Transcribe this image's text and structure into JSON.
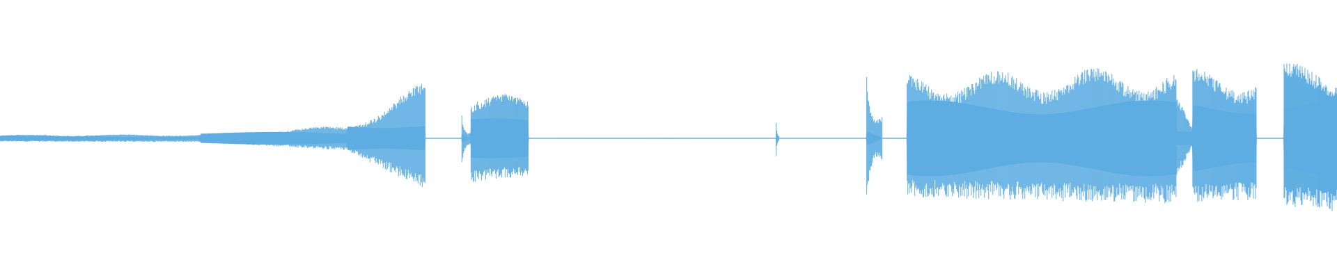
{
  "waveform": {
    "color": "#5dade2",
    "background": "#ffffff",
    "sample_count": 1920,
    "segments": [
      {
        "from": 0.0,
        "to": 0.15,
        "env_start": 0.04,
        "env_end": 0.045,
        "body": 0.02,
        "kind": "tone"
      },
      {
        "from": 0.15,
        "to": 0.26,
        "env_start": 0.045,
        "env_end": 0.15,
        "body": 0.07,
        "kind": "tone"
      },
      {
        "from": 0.26,
        "to": 0.318,
        "env_start": 0.15,
        "env_end": 0.64,
        "body": 0.18,
        "kind": "tone"
      },
      {
        "from": 0.318,
        "to": 0.345,
        "env_start": 0.005,
        "env_end": 0.005,
        "body": 0.002,
        "kind": "silence"
      },
      {
        "from": 0.345,
        "to": 0.352,
        "env_start": 0.52,
        "env_end": 0.08,
        "body": 0.05,
        "kind": "transient"
      },
      {
        "from": 0.352,
        "to": 0.395,
        "env_start": 0.56,
        "env_end": 0.45,
        "body": 0.22,
        "kind": "tone"
      },
      {
        "from": 0.395,
        "to": 0.58,
        "env_start": 0.005,
        "env_end": 0.005,
        "body": 0.001,
        "kind": "silence"
      },
      {
        "from": 0.58,
        "to": 0.583,
        "env_start": 0.42,
        "env_end": 0.02,
        "body": 0.02,
        "kind": "transient"
      },
      {
        "from": 0.583,
        "to": 0.648,
        "env_start": 0.005,
        "env_end": 0.005,
        "body": 0.001,
        "kind": "silence"
      },
      {
        "from": 0.648,
        "to": 0.66,
        "env_start": 1.0,
        "env_end": 0.25,
        "body": 0.1,
        "kind": "transient"
      },
      {
        "from": 0.66,
        "to": 0.678,
        "env_start": 0.02,
        "env_end": 0.008,
        "body": 0.004,
        "kind": "silence"
      },
      {
        "from": 0.678,
        "to": 0.88,
        "env_start": 0.72,
        "env_end": 0.8,
        "body": 0.42,
        "kind": "tone"
      },
      {
        "from": 0.88,
        "to": 0.892,
        "env_start": 0.5,
        "env_end": 0.1,
        "body": 0.08,
        "kind": "tone"
      },
      {
        "from": 0.892,
        "to": 0.94,
        "env_start": 0.78,
        "env_end": 0.76,
        "body": 0.42,
        "kind": "tone"
      },
      {
        "from": 0.94,
        "to": 0.96,
        "env_start": 0.05,
        "env_end": 0.008,
        "body": 0.004,
        "kind": "silence"
      },
      {
        "from": 0.96,
        "to": 1.0,
        "env_start": 0.82,
        "env_end": 0.9,
        "body": 0.48,
        "kind": "tone"
      }
    ]
  }
}
